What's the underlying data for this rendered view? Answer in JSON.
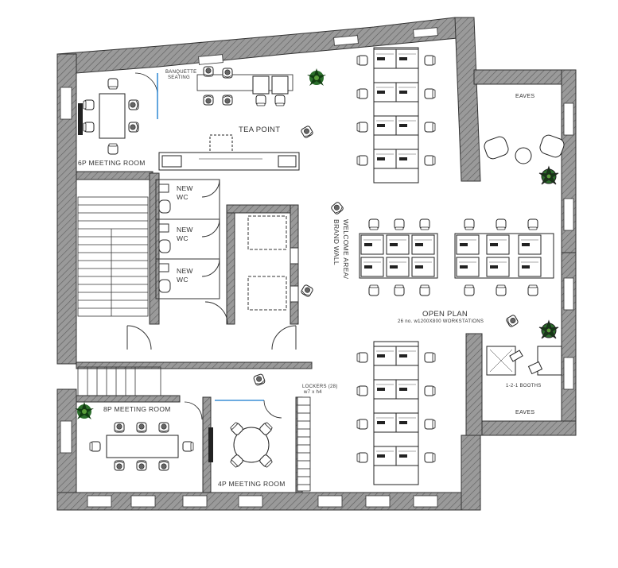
{
  "rooms": {
    "meeting_6p": "6P MEETING ROOM",
    "banquette": [
      "BANQUETTE",
      "SEATING"
    ],
    "tea_point": "TEA POINT",
    "wc": [
      "NEW",
      "WC"
    ],
    "welcome_area": [
      "WELCOME AREA/",
      "BRAND WALL"
    ],
    "open_plan": "OPEN PLAN",
    "workstations": "26 no. w1200X800 WORKSTATIONS",
    "eaves": "EAVES",
    "booths": "1-2-1 BOOTHS",
    "meeting_8p": "8P MEETING ROOM",
    "meeting_4p": "4P MEETING ROOM",
    "lockers": [
      "LOCKERS (28)",
      "w7 x h4"
    ]
  },
  "colors": {
    "wall": "#8c8c8c",
    "line": "#1a1a1a",
    "door_accent": "#3b8fd6",
    "plant": "#1f5e1f"
  }
}
